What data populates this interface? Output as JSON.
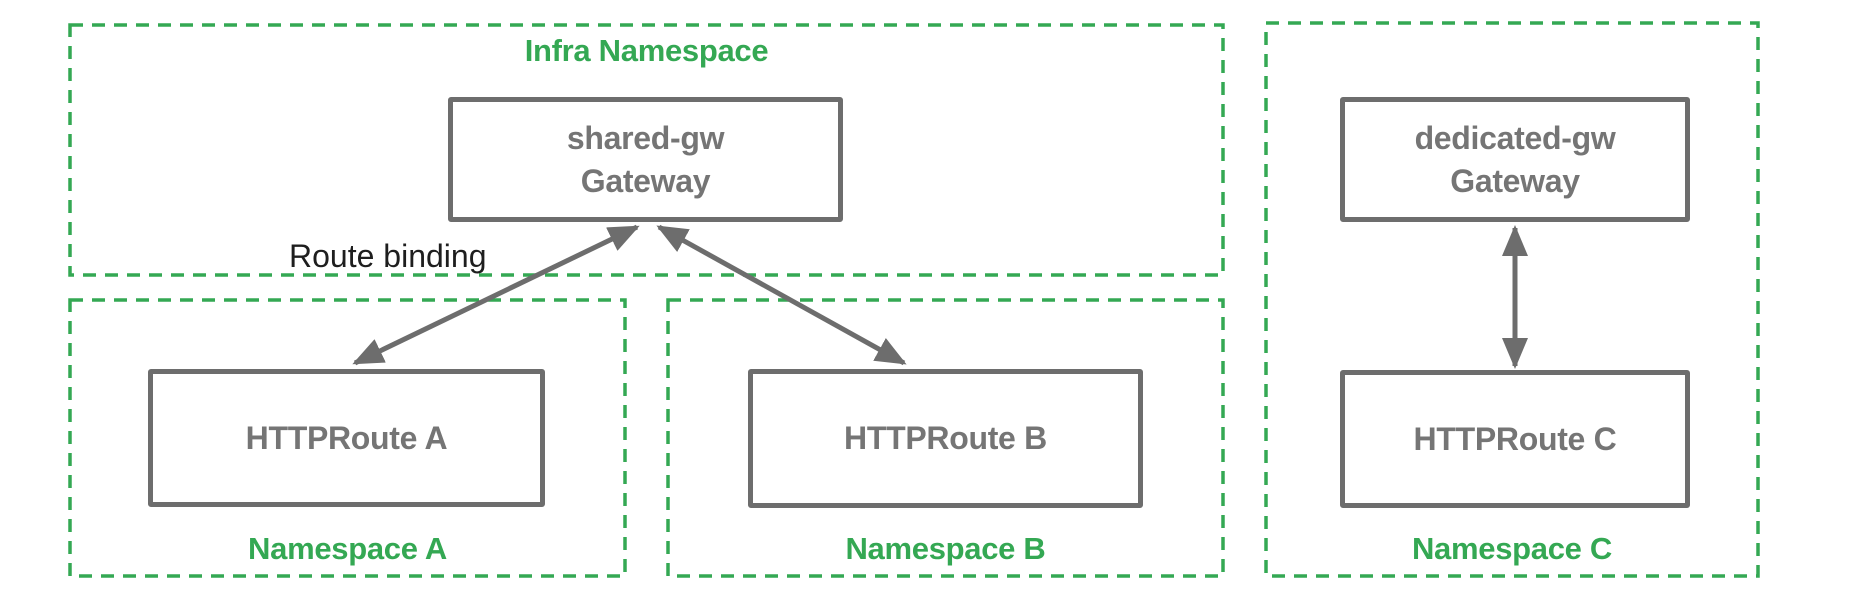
{
  "colors": {
    "namespace_green": "#34a853",
    "node_border_gray": "#6d6d6d",
    "node_text_gray": "#757575",
    "annotation_black": "#1e1e1e"
  },
  "namespaces": {
    "infra": {
      "label": "Infra Namespace"
    },
    "a": {
      "label": "Namespace A"
    },
    "b": {
      "label": "Namespace B"
    },
    "c": {
      "label": "Namespace C"
    }
  },
  "nodes": {
    "shared_gw": {
      "line1": "shared-gw",
      "line2": "Gateway"
    },
    "dedicated_gw": {
      "line1": "dedicated-gw",
      "line2": "Gateway"
    },
    "route_a": {
      "label": "HTTPRoute A"
    },
    "route_b": {
      "label": "HTTPRoute B"
    },
    "route_c": {
      "label": "HTTPRoute C"
    }
  },
  "annotations": {
    "route_binding": "Route binding"
  }
}
